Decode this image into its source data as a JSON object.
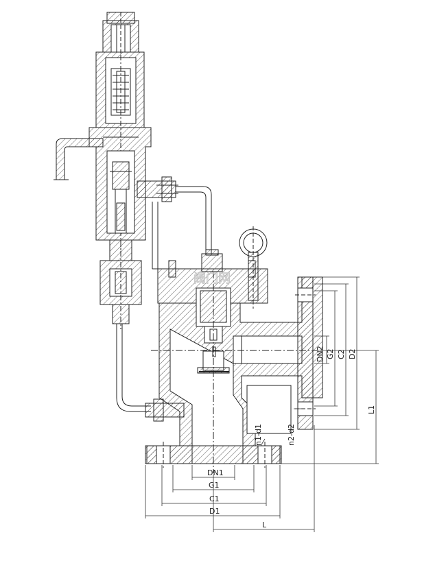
{
  "dimensions": {
    "dn1": "DN1",
    "g1": "G1",
    "c1": "C1",
    "d1": "D1",
    "l": "L",
    "dn2": "DN2",
    "g2": "G2",
    "c2": "C2",
    "d2": "D2",
    "l1": "L1",
    "n1_d1": "n1-d1",
    "n2_d2": "n2-d2"
  },
  "watermark": "阀门网"
}
